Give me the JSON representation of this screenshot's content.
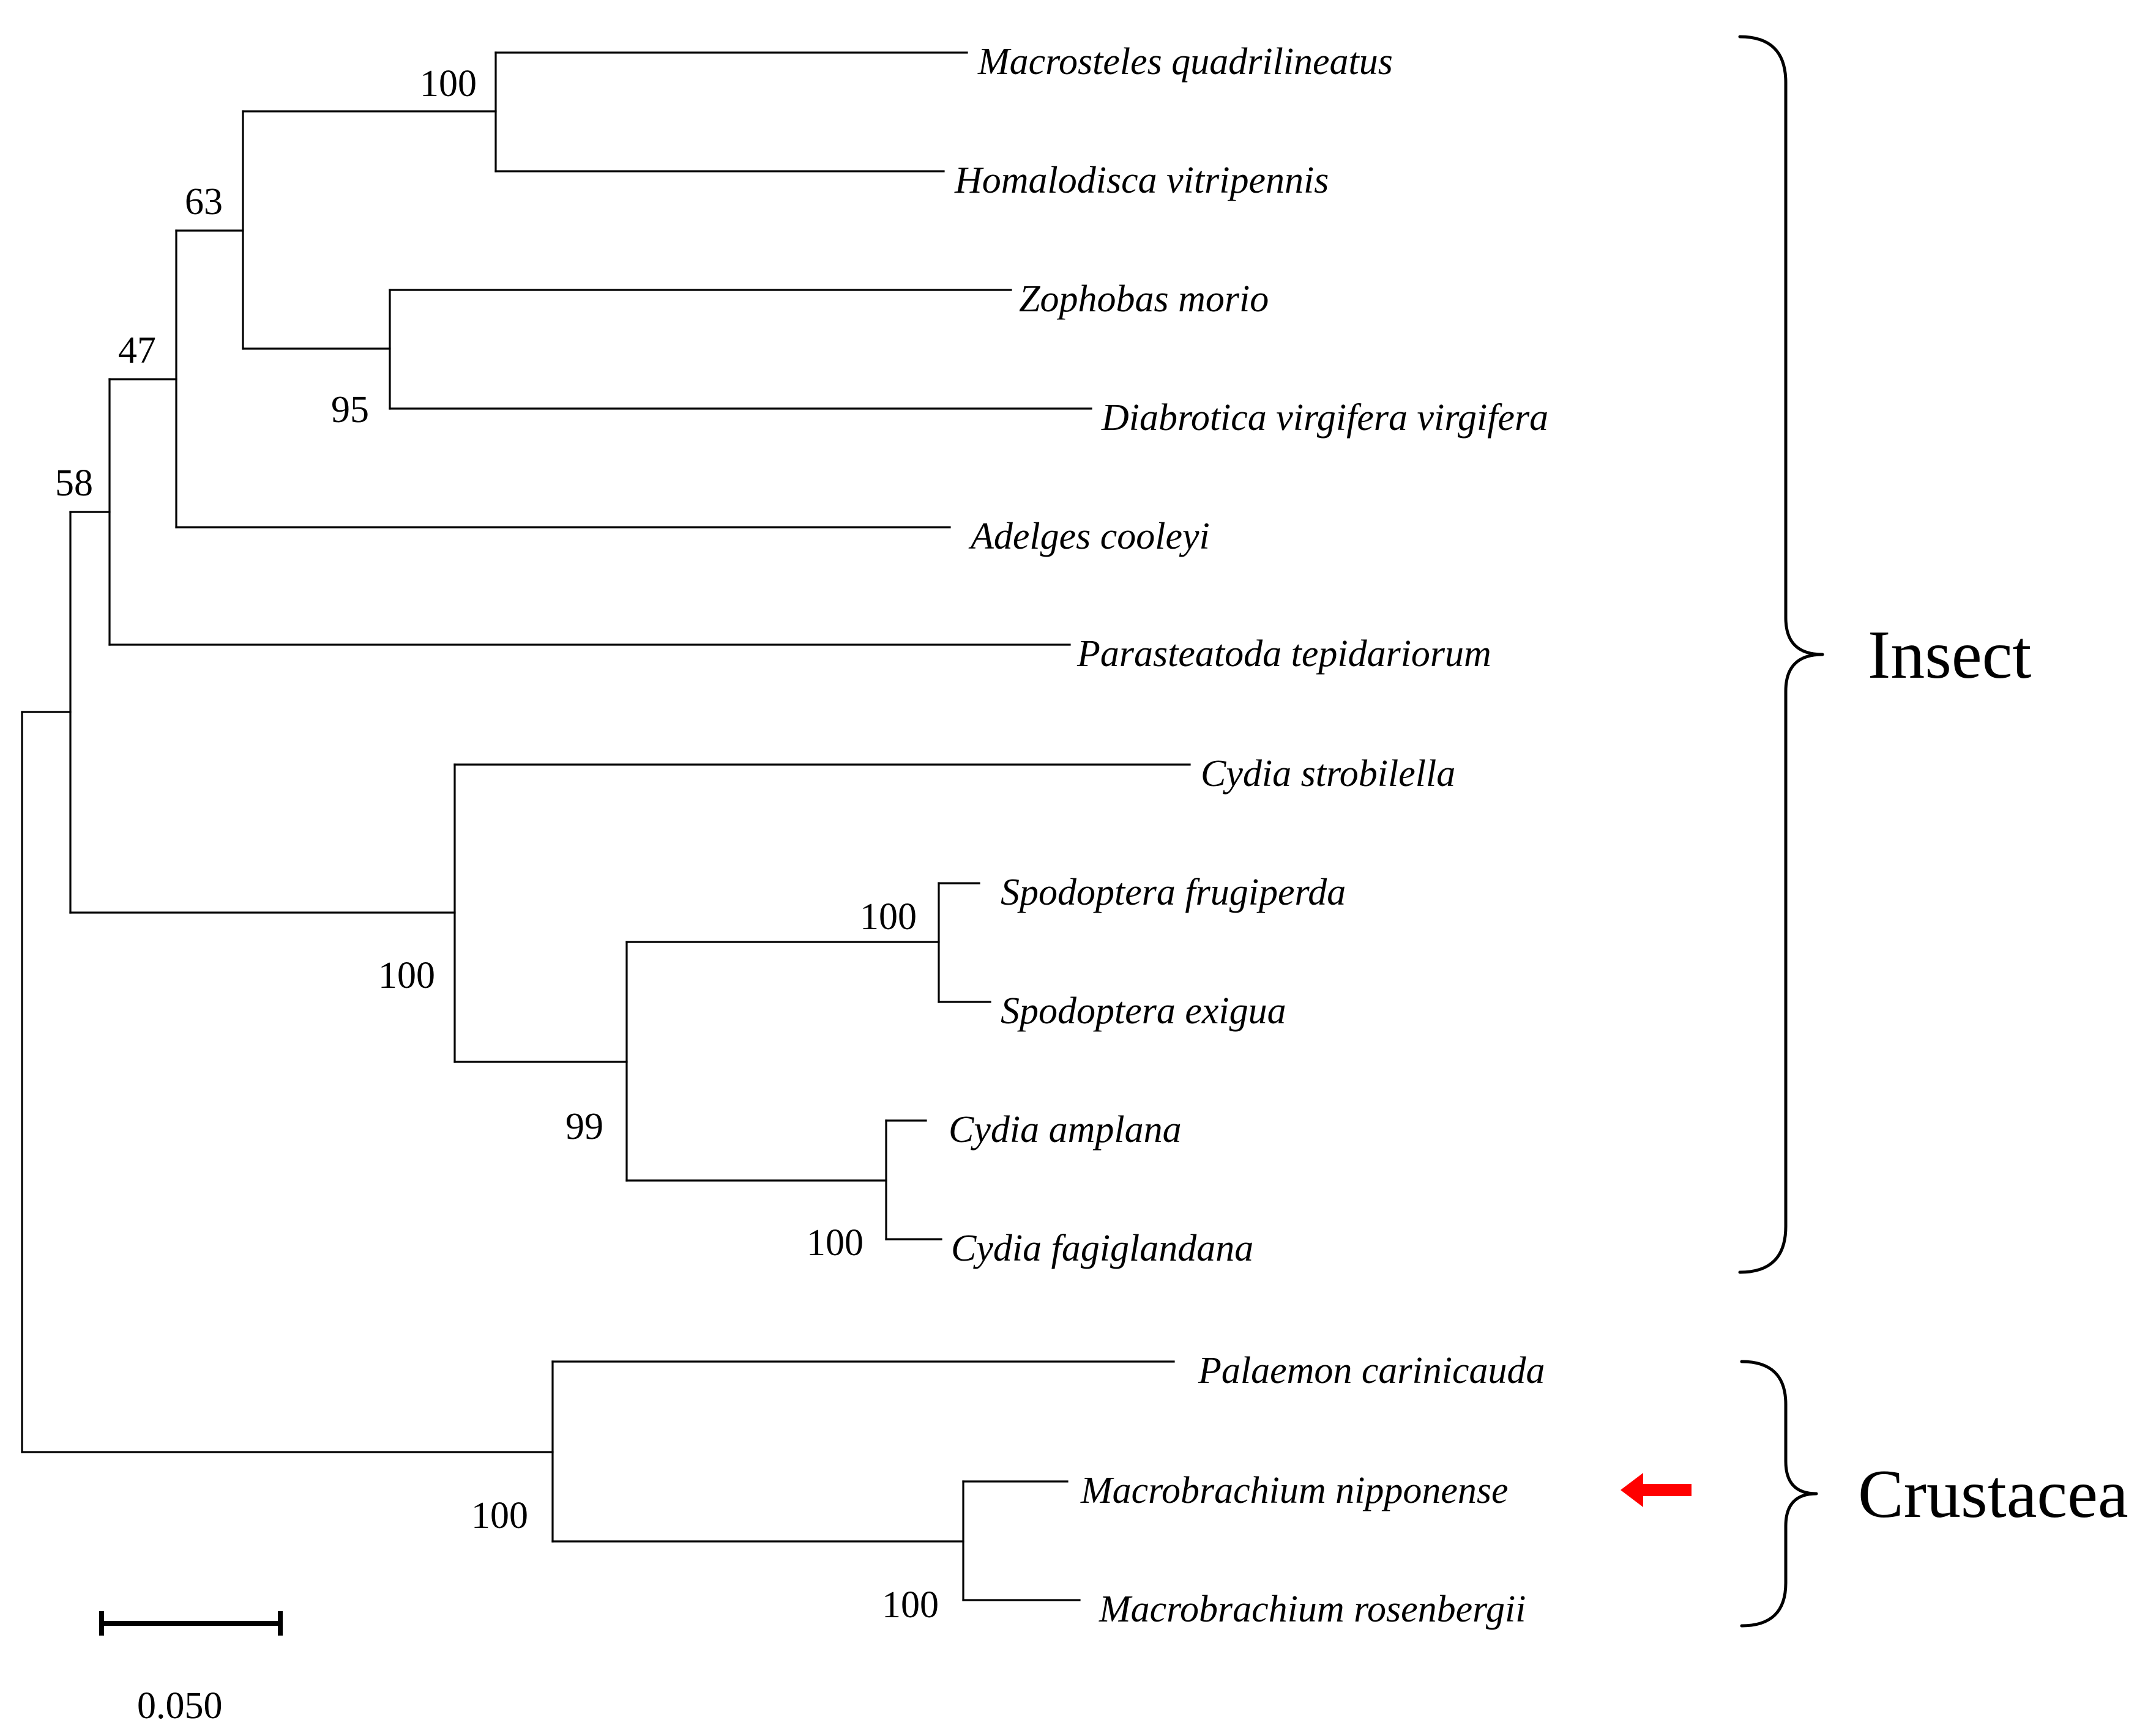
{
  "taxa": [
    "Macrosteles quadrilineatus",
    "Homalodisca vitripennis",
    "Zophobas morio",
    "Diabrotica virgifera virgifera",
    "Adelges cooleyi",
    "Parasteatoda tepidariorum",
    "Cydia strobilella",
    "Spodoptera frugiperda",
    "Spodoptera exigua",
    "Cydia amplana",
    "Cydia fagiglandana",
    "Palaemon carinicauda",
    "Macrobrachium nipponense",
    "Macrobrachium rosenbergii"
  ],
  "support_values": {
    "macrosteles_homalodisca": "100",
    "hemiptera_beetles": "63",
    "zophobas_diabrotica": "95",
    "with_adelges": "47",
    "with_parasteatoda": "58",
    "lepidoptera": "100",
    "spodoptera_cydia": "99",
    "spodoptera": "100",
    "cydia_pair": "100",
    "crustacea": "100",
    "macrobrachium": "100"
  },
  "groups": {
    "insect": "Insect",
    "crustacea": "Crustacea"
  },
  "highlighted_taxon": "Macrobrachium nipponense",
  "highlight_color": "#ff0000",
  "scale_bar_label": "0.050"
}
